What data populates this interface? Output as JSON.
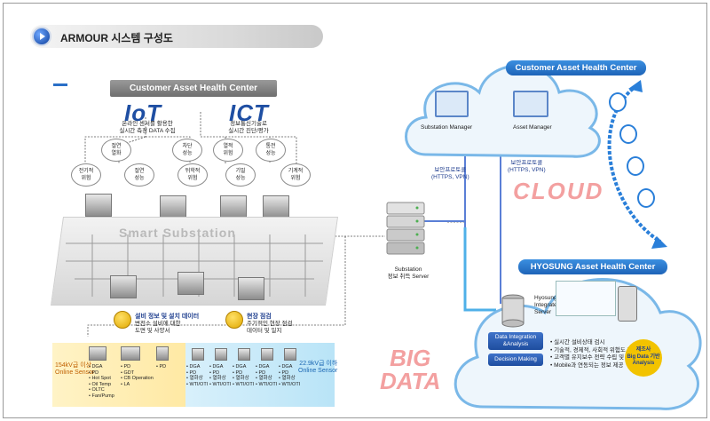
{
  "header": {
    "title": "ARMOUR 시스템 구성도"
  },
  "left_panel": {
    "center_title": "Customer Asset Health Center",
    "iot": {
      "label": "IoT",
      "desc": "온라인 센서를 활용한\n실시간 측정 DATA 수집"
    },
    "ict": {
      "label": "ICT",
      "desc": "정보통신기술로\n실시간 진단/평가"
    },
    "nodes": [
      "절연\n열화",
      "차단\n성능",
      "열적\n위험",
      "통전\n성능",
      "전기적\n위험",
      "절연\n성능",
      "뒤학적\n위험",
      "기밀\n성능",
      "기계적\n위험"
    ],
    "substation_label": "Smart Substation",
    "legend": [
      {
        "title": "설비 정보 및 설치 데이터",
        "body": "변전소 설비에 대한\n도면 및 사양서"
      },
      {
        "title": "현장 점검",
        "body": "주기적인 현장 점검\n데이터 및 일지"
      }
    ],
    "sensor_left_label": "154kV급 이상\nOnline Sensor",
    "sensor_right_label": "22.9kV급 이하\nOnline Sensor",
    "sensor_groups": [
      "• DGA\n• PD\n• Hot Spot\n• Oil Temp\n• OLTC\n• Fan/Pump",
      "• PD\n• GDT\n• CB Operation\n• LA",
      "• PD",
      "• DGA\n• PD\n• 열화상\n• WTI/OTI",
      "• DGA\n• PD\n• 열화상\n• WTI/OTI",
      "• DGA\n• PD\n• 열화상\n• WTI/OTI",
      "• DGA\n• PD\n• 열화상\n• WTI/OTI",
      "• DGA\n• PD\n• 열화상\n• WTI/OTI"
    ]
  },
  "server": {
    "label": "Substation\n정보 취득 Server"
  },
  "cloud": {
    "title": "Customer Asset Health Center",
    "substation_manager": "Substation Manager",
    "asset_manager": "Asset Manager",
    "protocol_left": "보안프로토콜\n(HTTPS, VPN)",
    "protocol_right": "보안프로토콜\n(HTTPS, VPN)",
    "label": "CLOUD"
  },
  "hyosung": {
    "title": "HYOSUNG Asset Health Center",
    "integrated_server": "Hyosung\nIntegrated\nServer",
    "data_integration": "Data Integration\n&Analysis",
    "decision_making": "Decision Making",
    "bullets": [
      "• 실시간 설비상태 검시",
      "• 기술적, 경제적, 사회적 위험도 평가",
      "• 고객별 유지보수 전략 수립 및 제안",
      "• Mobile과 연동되는 정보 제공"
    ],
    "maker_badge": "제조사\nBig Data 기반\nAnalysis",
    "big_data_label": "BIG\nDATA"
  },
  "colors": {
    "accent": "#1f4fa3",
    "cloud": "#3b8fe0",
    "highlight": "#f08080",
    "gold": "#f2c300"
  }
}
